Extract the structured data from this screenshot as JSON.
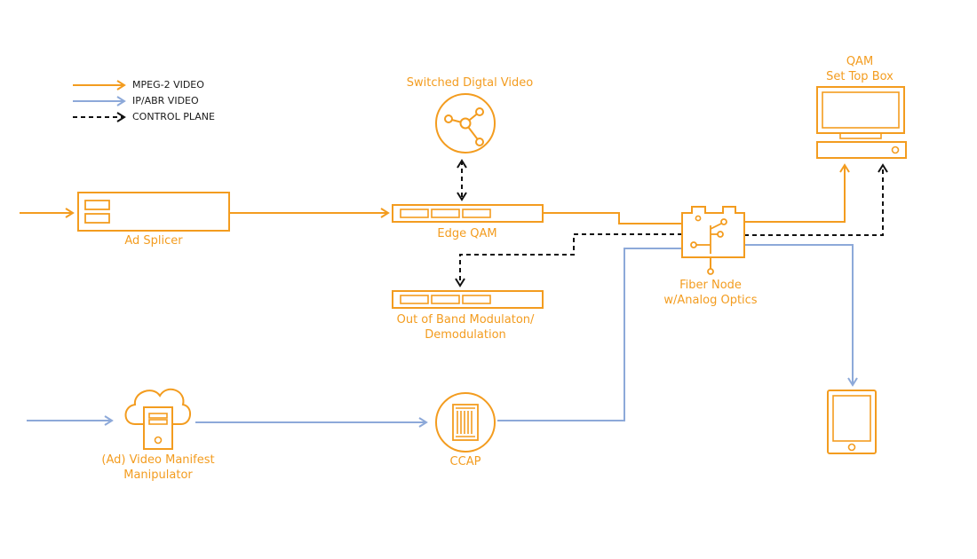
{
  "colors": {
    "mpeg2": "#F39C1F",
    "ip_abr": "#8DA9D9",
    "control": "#111111"
  },
  "legend": {
    "mpeg2": "MPEG-2 VIDEO",
    "ip_abr": "IP/ABR VIDEO",
    "control": "CONTROL PLANE"
  },
  "nodes": {
    "switched_digital_video": "Switched Digtal Video",
    "ad_splicer": "Ad Splicer",
    "edge_qam": "Edge QAM",
    "oob_line1": "Out of Band Modulaton/",
    "oob_line2": "Demodulation",
    "fiber_node_line1": "Fiber Node",
    "fiber_node_line2": "w/Analog Optics",
    "qam_line1": "QAM",
    "qam_line2": "Set Top Box",
    "manifest_line1": "(Ad) Video Manifest",
    "manifest_line2": "Manipulator",
    "ccap": "CCAP"
  },
  "icons": {
    "legend_mpeg2_arrow": "arrow-right-icon",
    "legend_ip_arrow": "arrow-right-icon",
    "legend_control_arrow": "arrow-right-icon",
    "switched_video": "share-network-icon",
    "ad_splicer": "rack-device-icon",
    "edge_qam": "rack-device-icon",
    "oob": "rack-device-icon",
    "fiber_node": "fiber-node-icon",
    "set_top_box": "monitor-set-top-box-icon",
    "cloud_server": "cloud-server-icon",
    "ccap": "ccap-chassis-icon",
    "tablet": "tablet-icon"
  }
}
